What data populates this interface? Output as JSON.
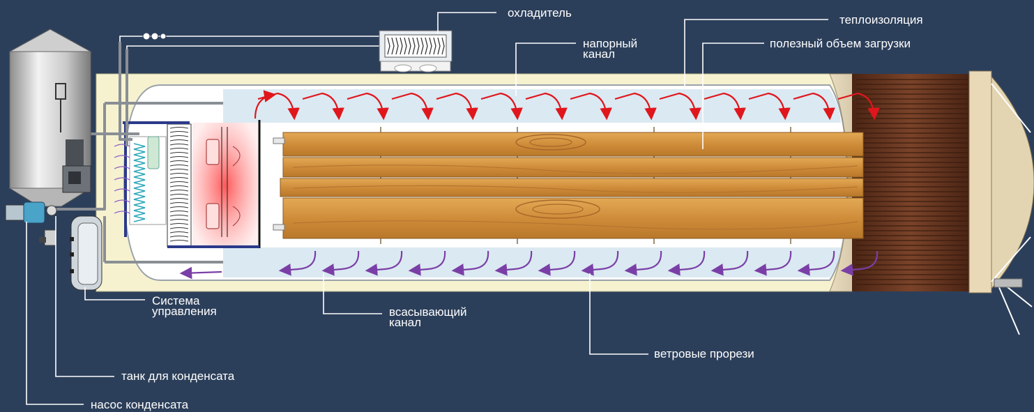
{
  "labels": {
    "cooler": "охладитель",
    "pressure_channel": "напорный\nканал",
    "insulation": "теплоизоляция",
    "useful_volume": "полезный объем загрузки",
    "control_system": "Система\nуправления",
    "suction_channel": "всасывающий\nканал",
    "wind_slots": "ветровые прорези",
    "condensate_tank": "танк для конденсата",
    "condensate_pump": "насос конденсата"
  },
  "colors": {
    "background": "#2c3f5a",
    "pressure_arrow": "#e0161c",
    "suction_arrow": "#7a3fa6",
    "wood": "#d4953f",
    "insulation_shell": "#f6f2d0",
    "door": "#6e3a22",
    "leader_line": "#ffffff"
  }
}
